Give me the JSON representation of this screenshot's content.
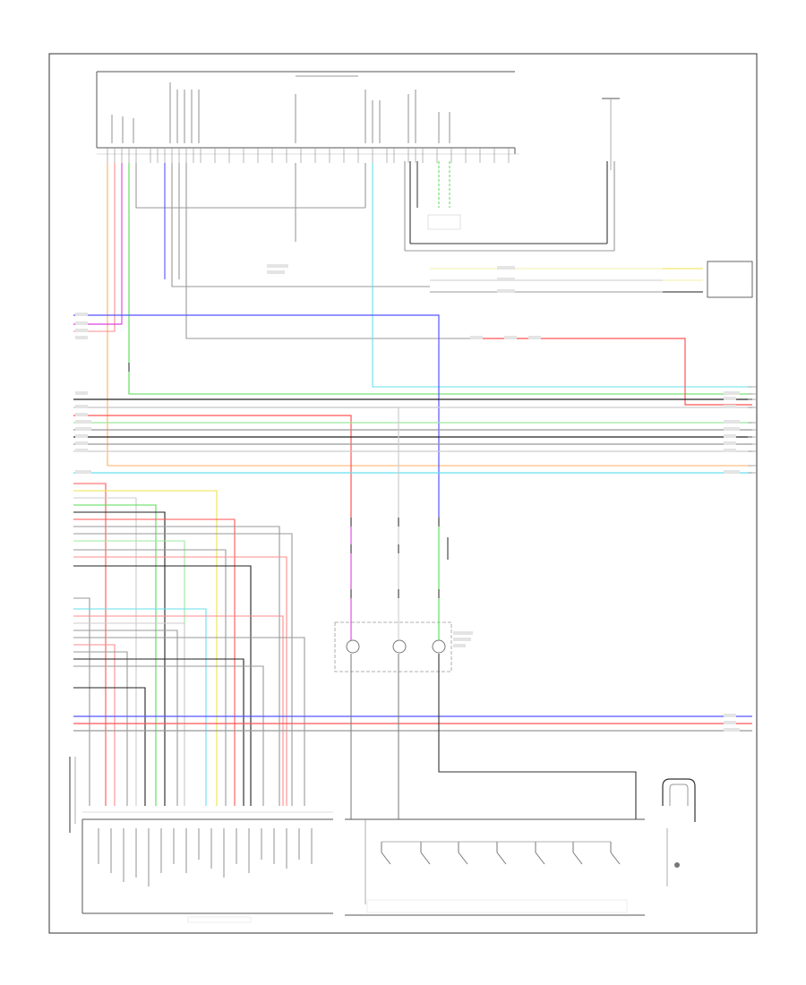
{
  "diagram": {
    "kind": "automotive wiring schematic",
    "colors": {
      "red": "#ff5555",
      "pink": "#ff8c8c",
      "blue": "#5555ff",
      "violet": "#dd44dd",
      "green": "#55dd55",
      "light_green": "#9ee89e",
      "yellow": "#f0e24a",
      "light_yellow": "#f6efa8",
      "orange": "#ffb060",
      "light_blue": "#66e0ee",
      "black": "#222222",
      "gray": "#999999",
      "light_gray": "#cccccc",
      "white_wire": "#dddddd",
      "frame": "#555555"
    },
    "components": [
      {
        "id": "upper-control-unit"
      },
      {
        "id": "upper-right-sensor"
      },
      {
        "id": "right-connector-block"
      },
      {
        "id": "mid-junction-block"
      },
      {
        "id": "switch-panel"
      },
      {
        "id": "lower-left-control-unit"
      },
      {
        "id": "lower-right-sensor"
      }
    ]
  }
}
